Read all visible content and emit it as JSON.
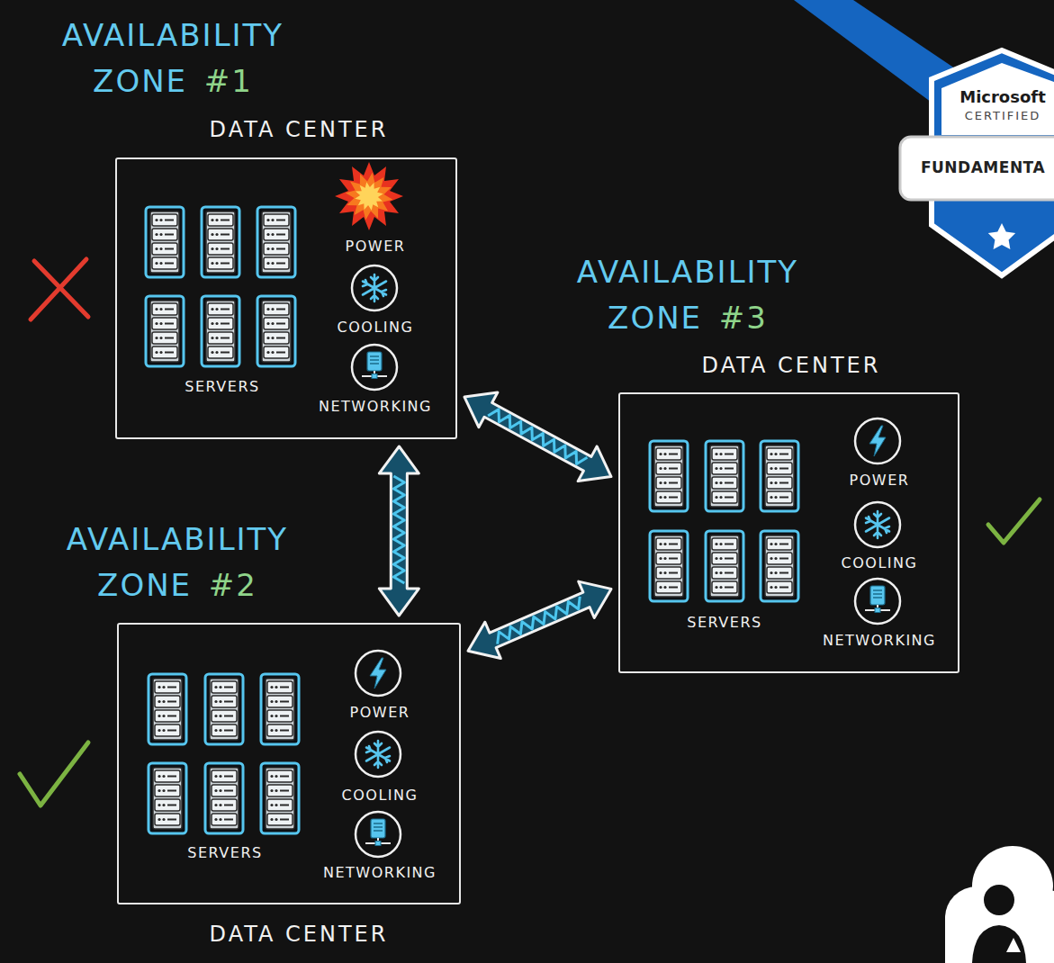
{
  "diagram": {
    "nodes": [
      {
        "text": [
          "AVAILABILITY ZONE",
          "#1",
          "DATA CENTER",
          "SERVERS",
          "POWER",
          "COOLING",
          "NETWORKING"
        ]
      },
      {
        "text": [
          "AVAILABILITY ZONE",
          "#2",
          "DATA CENTER",
          "SERVERS",
          "POWER",
          "COOLING",
          "NETWORKING"
        ]
      },
      {
        "text": [
          "AVAILABILITY ZONE",
          "#3",
          "DATA CENTER",
          "SERVERS",
          "POWER",
          "COOLING",
          "NETWORKING"
        ]
      }
    ],
    "edges": [
      {
        "from": 0,
        "to": 1,
        "arrow": "both"
      },
      {
        "from": 0,
        "to": 2,
        "arrow": "both"
      },
      {
        "from": 1,
        "to": 2,
        "arrow": "both"
      }
    ],
    "labels": [
      "Microsoft",
      "CERTIFIED",
      "FUNDAMENTA"
    ]
  }
}
